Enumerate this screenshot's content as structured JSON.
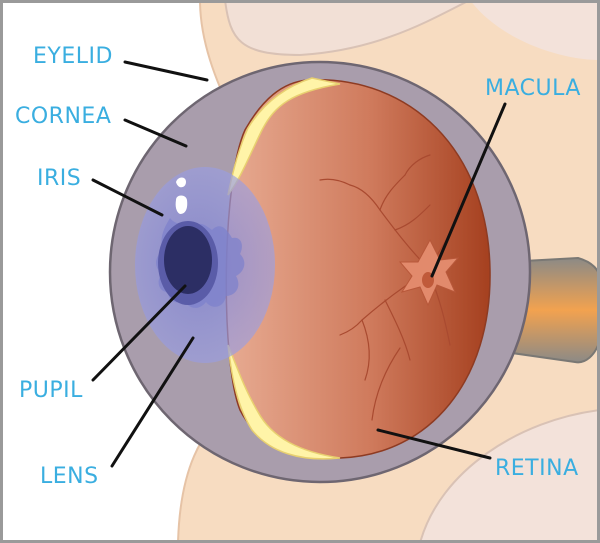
{
  "colors": {
    "label": "#3aaee0",
    "leader": "#111111",
    "skin": "#f5dcc0",
    "sclera": "#a79cab",
    "retina_light": "#e0a38a",
    "retina_dark": "#a84528",
    "lens_glow": "#fff3a6",
    "iris": "#8f92d8",
    "pupil": "#2b2d63",
    "optic_nerve": "#f0a04c"
  },
  "labels": {
    "eyelid": "EYELID",
    "cornea": "CORNEA",
    "iris": "IRIS",
    "pupil": "PUPIL",
    "lens": "LENS",
    "macula": "MACULA",
    "retina": "RETINA"
  }
}
